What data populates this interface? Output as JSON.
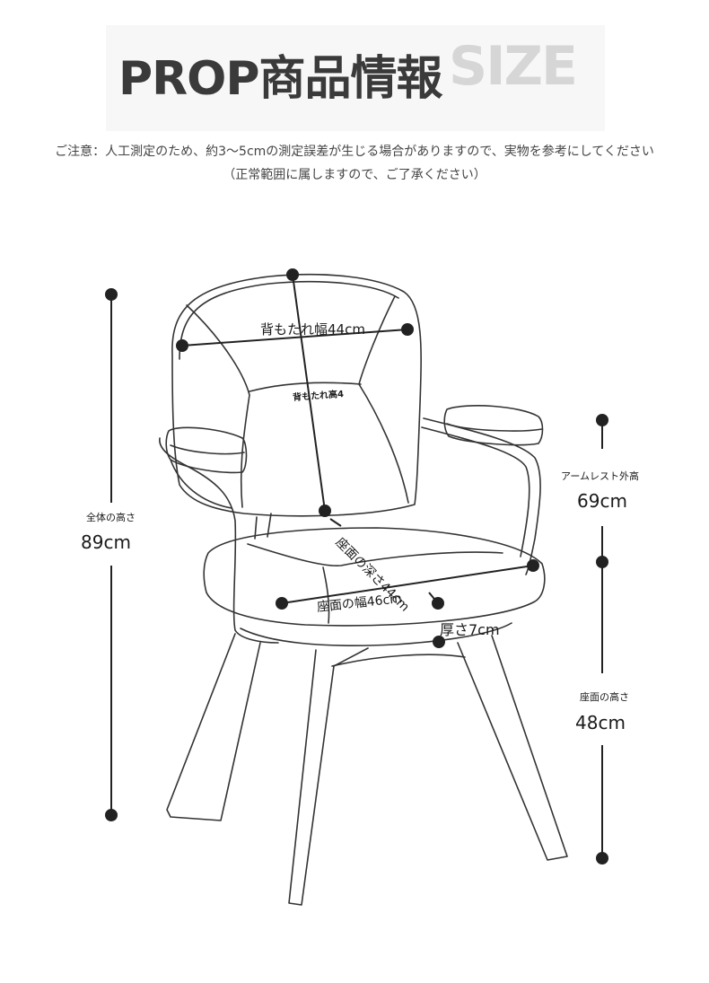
{
  "header": {
    "title": "PROP商品情報",
    "title_accent": "SIZE"
  },
  "notice": {
    "line1": "ご注意：人工測定のため、約3〜5cmの測定誤差が生じる場合がありますので、実物を参考にしてください",
    "line2": "（正常範囲に属しますので、ご了承ください）"
  },
  "dimensions": {
    "back_width": "背もたれ幅44cm",
    "back_height": "背もたれ高4",
    "seat_depth": "座面の深さ44cm",
    "seat_width": "座面の幅46cm",
    "thickness": "厚さ7cm",
    "total_height_label": "全体の高さ",
    "total_height_value": "89cm",
    "armrest_label": "アームレスト外高",
    "armrest_value": "69cm",
    "seat_height_label": "座面の高さ",
    "seat_height_value": "48cm"
  },
  "colors": {
    "title": "#3a3a3a",
    "accent": "#d6d6d6",
    "line": "#222222"
  }
}
